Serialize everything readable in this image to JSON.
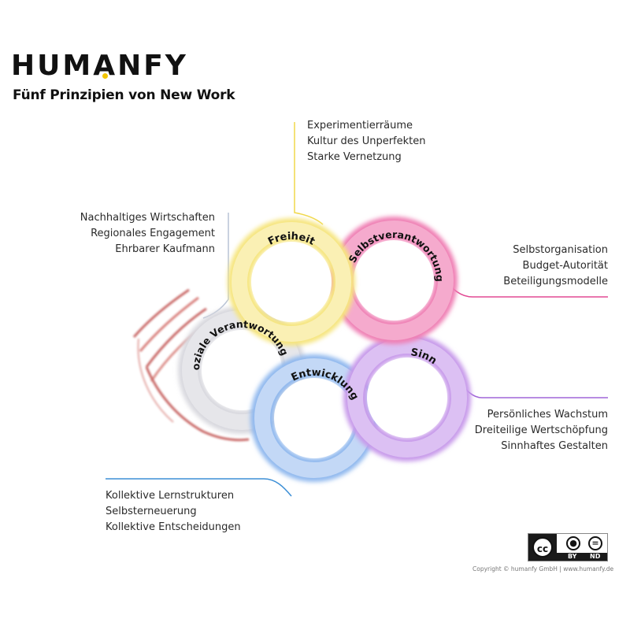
{
  "header": {
    "logo_left": "HUM",
    "logo_a": "A",
    "logo_right": "NFY",
    "subtitle": "Fünf Prinzipien von New Work"
  },
  "principles": [
    {
      "key": "freiheit",
      "label": "Freiheit",
      "color": "#f5e46a",
      "items": [
        "Experimentierräume",
        "Kultur des Unperfekten",
        "Starke Vernetzung"
      ]
    },
    {
      "key": "selbstverantwortung",
      "label": "Selbstverantwortung",
      "color": "#ec5fa0",
      "items": [
        "Selbstorganisation",
        "Budget-Autorität",
        "Beteiligungsmodelle"
      ]
    },
    {
      "key": "sinn",
      "label": "Sinn",
      "color": "#b77be4",
      "items": [
        "Persönliches Wachstum",
        "Dreiteilige Wertschöpfung",
        "Sinnhaftes Gestalten"
      ]
    },
    {
      "key": "entwicklung",
      "label": "Entwicklung",
      "color": "#6fa3e8",
      "items": [
        "Kollektive Lernstrukturen",
        "Selbsterneuerung",
        "Kollektive Entscheidungen"
      ]
    },
    {
      "key": "soziale",
      "label": "Soziale Verantwortung",
      "color": "#c9c9cf",
      "items": [
        "Nachhaltiges Wirtschaften",
        "Regionales Engagement",
        "Ehrbarer Kaufmann"
      ]
    }
  ],
  "license": {
    "cc": "cc",
    "by": "BY",
    "nd": "ND"
  },
  "copyright": "Copyright © humanfy GmbH | www.humanfy.de"
}
